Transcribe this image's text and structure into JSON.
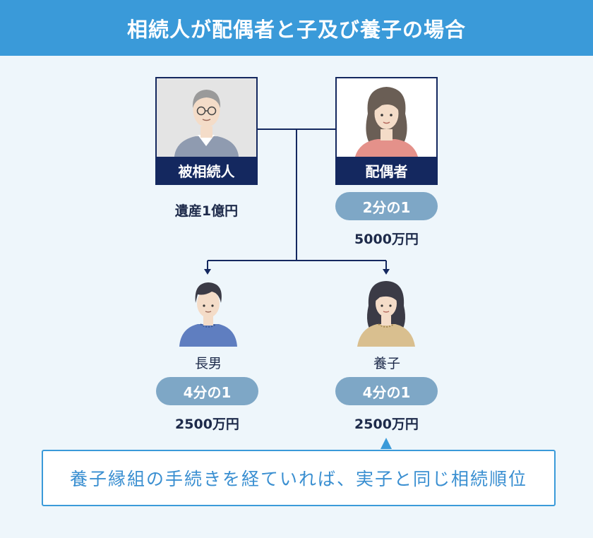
{
  "header": {
    "title": "相続人が配偶者と子及び養子の場合"
  },
  "decedent": {
    "label": "被相続人",
    "estate": "遺産1億円"
  },
  "spouse": {
    "label": "配偶者",
    "share": "2分の1",
    "amount": "5000万円"
  },
  "children": [
    {
      "label": "長男",
      "share": "4分の1",
      "amount": "2500万円"
    },
    {
      "label": "養子",
      "share": "4分の1",
      "amount": "2500万円"
    }
  ],
  "note": {
    "text": "養子縁組の手続きを経ていれば、実子と同じ相続順位"
  },
  "colors": {
    "header_bg": "#3a9ad9",
    "navy": "#14285f",
    "pill": "#7ea7c6",
    "background": "#eef6fb",
    "note_text": "#3a8fd1"
  }
}
